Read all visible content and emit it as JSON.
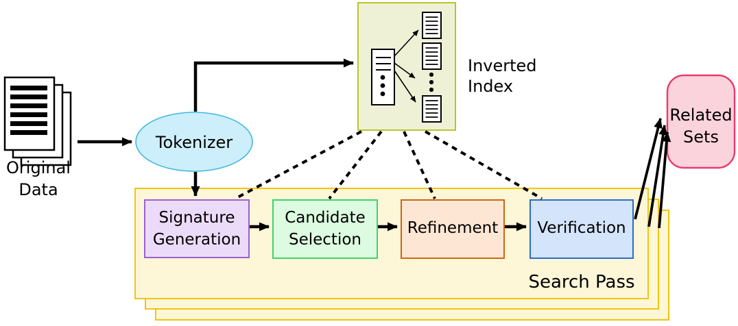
{
  "nodes": {
    "original_data": {
      "line1": "Original",
      "line2": "Data"
    },
    "tokenizer": {
      "label": "Tokenizer"
    },
    "inverted_index": {
      "line1": "Inverted",
      "line2": "Index"
    },
    "signature_generation": {
      "line1": "Signature",
      "line2": "Generation"
    },
    "candidate_selection": {
      "line1": "Candidate",
      "line2": "Selection"
    },
    "refinement": {
      "label": "Refinement"
    },
    "verification": {
      "label": "Verification"
    },
    "search_pass": {
      "label": "Search Pass"
    },
    "related_sets": {
      "line1": "Related",
      "line2": "Sets"
    }
  },
  "colors": {
    "background": "#ffffff",
    "line": "#000000",
    "tokenizer_fill": "#cdeefb",
    "tokenizer_stroke": "#3fb8e0",
    "index_fill": "#eef1d6",
    "index_stroke": "#b9c42e",
    "search_pass_fill": "#fdf6d7",
    "search_pass_stroke": "#f2c411",
    "signature_fill": "#ecdbf8",
    "signature_stroke": "#9c5fd2",
    "candidate_fill": "#dcfbe0",
    "candidate_stroke": "#3ed46e",
    "refinement_fill": "#fde7d4",
    "refinement_stroke": "#cc6612",
    "verification_fill": "#d4e4fb",
    "verification_stroke": "#2e6bc4",
    "related_fill": "#fbd3dc",
    "related_stroke": "#e83a6e"
  },
  "edges": [
    {
      "from": "original-data",
      "to": "tokenizer",
      "style": "solid-arrow"
    },
    {
      "from": "tokenizer",
      "to": "inverted-index",
      "style": "solid-arrow"
    },
    {
      "from": "tokenizer",
      "to": "signature-generation",
      "style": "solid-arrow"
    },
    {
      "from": "signature-generation",
      "to": "candidate-selection",
      "style": "solid-arrow"
    },
    {
      "from": "candidate-selection",
      "to": "refinement",
      "style": "solid-arrow"
    },
    {
      "from": "refinement",
      "to": "verification",
      "style": "solid-arrow"
    },
    {
      "from": "inverted-index",
      "to": "signature-generation",
      "style": "dashed"
    },
    {
      "from": "inverted-index",
      "to": "candidate-selection",
      "style": "dashed"
    },
    {
      "from": "inverted-index",
      "to": "refinement",
      "style": "dashed"
    },
    {
      "from": "inverted-index",
      "to": "verification",
      "style": "dashed"
    },
    {
      "from": "verification",
      "to": "related-sets",
      "style": "solid-arrow",
      "count": 3
    }
  ]
}
